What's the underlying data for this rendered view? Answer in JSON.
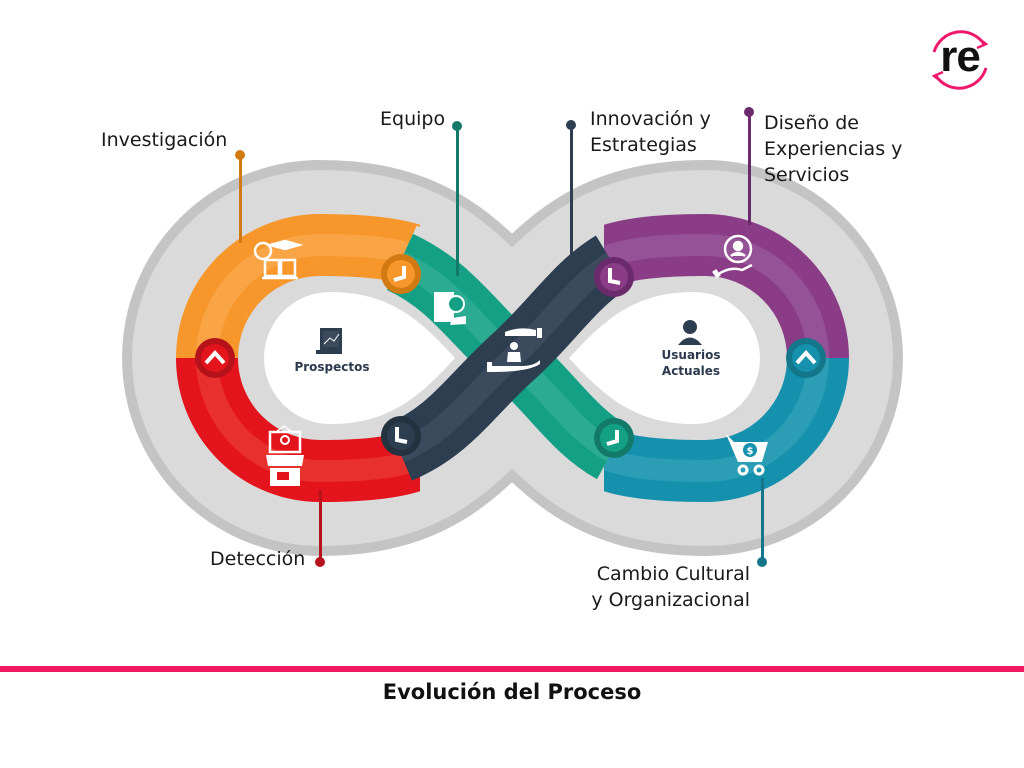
{
  "logo": {
    "text": "re",
    "accent": "#f0196e"
  },
  "diagram": {
    "title": "Evolución del Proceso",
    "loops": [
      {
        "id": "left",
        "label": "Prospectos",
        "icon": "strategy-board-icon"
      },
      {
        "id": "right",
        "label": "Usuarios\nActuales",
        "icon": "user-icon"
      }
    ],
    "stages": [
      {
        "id": "investigacion",
        "label": "Investigación",
        "color": "#f7962b",
        "icon": "research-book-icon"
      },
      {
        "id": "equipo",
        "label": "Equipo",
        "color": "#14a085",
        "icon": "team-review-icon"
      },
      {
        "id": "innovacion",
        "label": "Innovación y\nEstrategias",
        "color": "#2d3e50",
        "icon": "hands-person-icon"
      },
      {
        "id": "diseno",
        "label": "Diseño de\nExperiencias y\nServicios",
        "color": "#8a3d86",
        "icon": "customer-care-icon"
      },
      {
        "id": "cambio",
        "label": "Cambio Cultural\ny Organizacional",
        "color": "#1591ad",
        "icon": "shopping-cart-icon"
      },
      {
        "id": "deteccion",
        "label": "Detección",
        "color": "#e3141b",
        "icon": "storefront-icon"
      }
    ],
    "connector_colors": {
      "investigacion": "#d17a12",
      "equipo": "#137a6a",
      "innovacion": "#2d3e50",
      "diseno": "#6b2a6b",
      "cambio": "#13768a",
      "deteccion": "#b5121b"
    },
    "halo_colors": {
      "outer": "#c4c4c4",
      "inner": "#dadada"
    }
  },
  "footer": {
    "line_color": "#f0195f"
  }
}
